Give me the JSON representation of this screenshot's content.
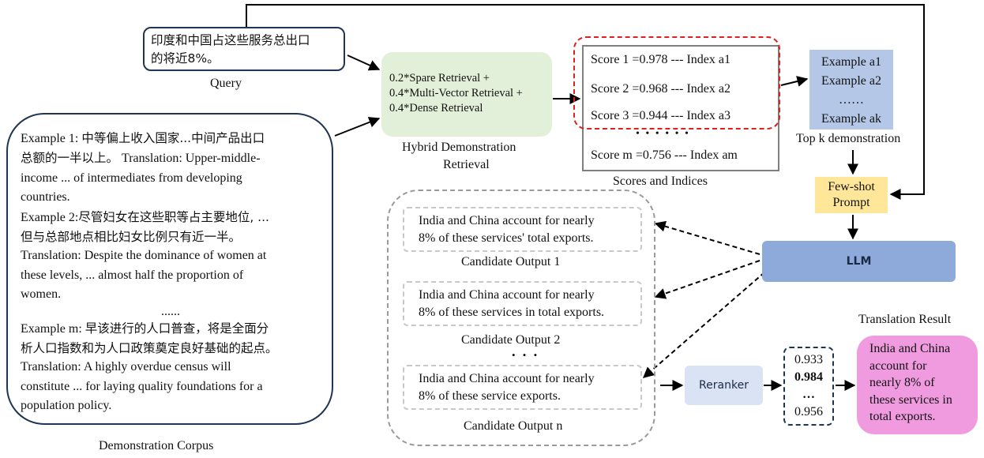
{
  "query": {
    "line1": "印度和中国占这些服务总出口",
    "line2": "的将近8%。",
    "label": "Query"
  },
  "corpus": {
    "lines": [
      {
        "t": "Example 1: 中等偏上收入国家...中间产品出口",
        "cn": false
      },
      {
        "t": "总额的一半以上。",
        "cn": true,
        "tail": " Translation: Upper-middle-"
      },
      {
        "t": "income ... of intermediates from developing",
        "cn": false
      },
      {
        "t": "countries.",
        "cn": false
      },
      {
        "t": "Example 2:尽管妇女在这些职等占主要地位, ...",
        "cn": false
      },
      {
        "t": "但与总部地点相比妇女比例只有近一半。",
        "cn": true
      },
      {
        "t": "Translation: Despite the dominance of women at",
        "cn": false
      },
      {
        "t": "these levels, ... almost half the proportion of",
        "cn": false
      },
      {
        "t": "women.",
        "cn": false
      }
    ],
    "ellipsis": "......",
    "lines2": [
      {
        "t": "Example m: 早该进行的人口普查，将是全面分",
        "cn": false
      },
      {
        "t": "析人口指数和为人口政策奠定良好基础的起点。",
        "cn": true
      },
      {
        "t": "Translation: A highly overdue census will",
        "cn": false
      },
      {
        "t": "constitute ... for laying quality foundations for a",
        "cn": false
      },
      {
        "t": "population policy.",
        "cn": false
      }
    ],
    "label": "Demonstration Corpus"
  },
  "hybrid": {
    "lines": [
      "0.2*Spare Retrieval +",
      "0.4*Multi-Vector Retrieval +",
      "0.4*Dense Retrieval"
    ],
    "label1": "Hybrid Demonstration",
    "label2": "Retrieval"
  },
  "scores": {
    "items": [
      "Score 1 =0.978 --- Index a1",
      "Score 2 =0.968 --- Index a2",
      "Score 3 =0.944 --- Index a3",
      "Score m =0.756 --- Index am"
    ],
    "dots": "• • • • • •",
    "label": "Scores and Indices"
  },
  "topk": {
    "items": [
      "Example a1",
      "Example a2",
      "……",
      "Example ak"
    ],
    "label": "Top k demonstration"
  },
  "prompt": {
    "line1": "Few-shot",
    "line2": "Prompt"
  },
  "llm": {
    "label": "LLM"
  },
  "candidates": [
    {
      "line1": "India and China account for nearly",
      "line2": "8% of these services' total exports.",
      "label": "Candidate Output 1"
    },
    {
      "line1": "India and China account for nearly",
      "line2": "8% of these services in total exports.",
      "label": "Candidate Output 2"
    },
    {
      "line1": "India and China account for nearly",
      "line2": "8% of these service exports.",
      "label": "Candidate Output n"
    }
  ],
  "cand_dots": "• • •",
  "reranker": {
    "label": "Reranker"
  },
  "rerank_scores": {
    "s1": "0.933",
    "s2": "0.984",
    "s3": "…",
    "s4": "0.956"
  },
  "result": {
    "title": "Translation Result",
    "lines": [
      "India and China",
      "account for",
      "nearly 8% of",
      "these services in",
      "total exports."
    ]
  },
  "colors": {
    "navy": "#1f3552",
    "green": "#e2efd9",
    "red_dash": "#e02020",
    "blue": "#b4c7e7",
    "yellow": "#ffe699",
    "llm": "#8eaadb",
    "reranker": "#dae3f3",
    "pink": "#f09adf"
  }
}
